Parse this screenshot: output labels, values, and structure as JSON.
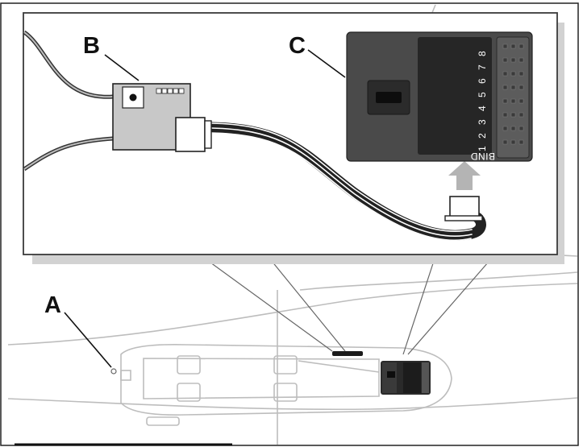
{
  "callouts": {
    "a": "A",
    "b": "B",
    "c": "C"
  },
  "receiver": {
    "channels": [
      "1",
      "2",
      "3",
      "4",
      "5",
      "6",
      "7",
      "8"
    ],
    "bind_label": "BIND"
  },
  "colors": {
    "ink": "#111111",
    "module_fill": "#c8c8c8",
    "receiver_fill": "#4a4a4a",
    "receiver_dark": "#262626",
    "arrow": "#b4b4b4",
    "aircraft_line": "#bdbdbd",
    "inset_shadow": "#d2d2d2"
  },
  "icons": [
    "arrow-up-icon"
  ]
}
